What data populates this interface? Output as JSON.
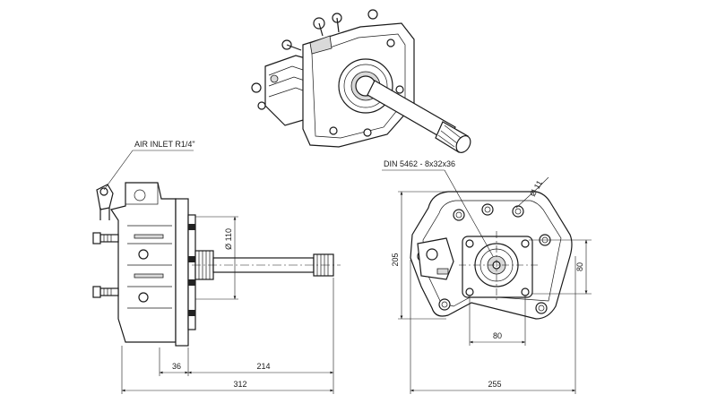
{
  "annotations": {
    "air_inlet": "AIR INLET R1/4\"",
    "spline_spec": "DIN 5462 - 8x32x36"
  },
  "dimensions": {
    "shaft_diameter": "Ø 110",
    "flange_to_mount": "36",
    "shaft_length": "214",
    "overall_length": "312",
    "overall_width": "255",
    "overall_height": "205",
    "hole_diameter": "Ø 11",
    "bolt_spacing_h": "80",
    "bolt_spacing_v": "80"
  },
  "colors": {
    "line": "#1a1a1a",
    "shading": "#d9d9d9",
    "background": "#ffffff"
  }
}
